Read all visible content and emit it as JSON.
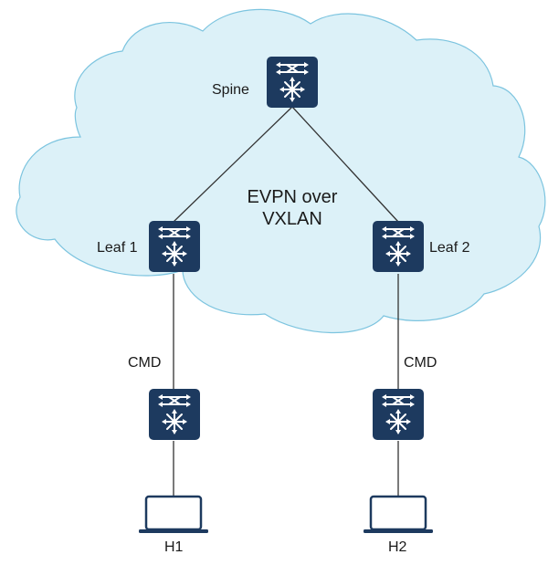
{
  "diagram": {
    "fabric": {
      "label_line1": "EVPN over",
      "label_line2": "VXLAN"
    },
    "nodes": {
      "spine": {
        "label": "Spine",
        "icon": "switch-icon"
      },
      "leaf1": {
        "label": "Leaf 1",
        "icon": "switch-icon"
      },
      "leaf2": {
        "label": "Leaf 2",
        "icon": "switch-icon"
      },
      "access1": {
        "icon": "switch-icon"
      },
      "access2": {
        "icon": "switch-icon"
      },
      "h1": {
        "label": "H1",
        "icon": "laptop-icon"
      },
      "h2": {
        "label": "H2",
        "icon": "laptop-icon"
      }
    },
    "links": {
      "cmd_left": "CMD",
      "cmd_right": "CMD"
    },
    "colors": {
      "cloud_fill": "#dcf1f8",
      "cloud_stroke": "#7cc4df",
      "device_fill": "#1d3a5f",
      "device_glyph": "#ffffff",
      "line": "#333333"
    }
  }
}
